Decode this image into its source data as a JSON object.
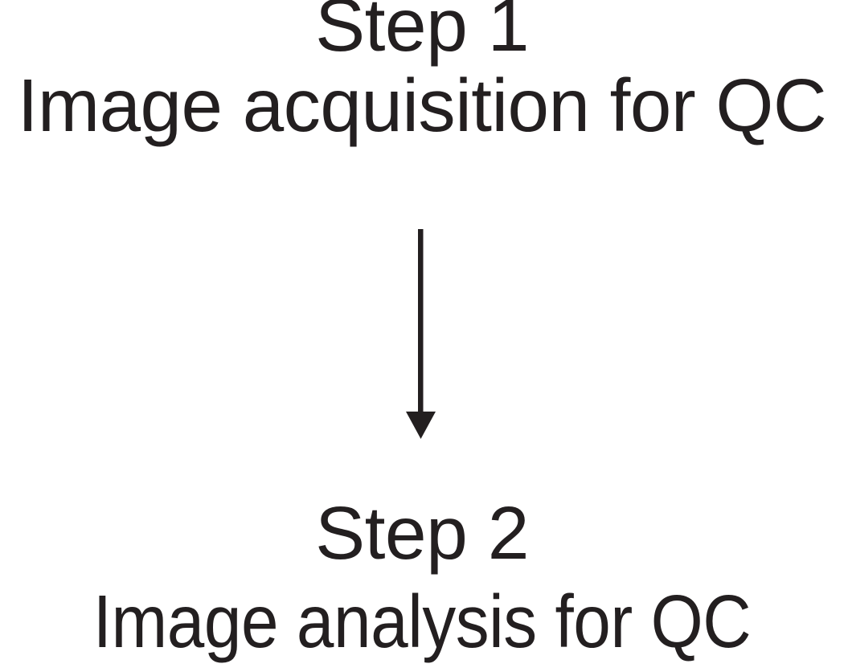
{
  "figure": {
    "type": "flowchart",
    "orientation": "vertical",
    "background_color": "#ffffff",
    "text_color": "#231f20"
  },
  "nodes": [
    {
      "id": "step1",
      "title": "Step 1",
      "description": "Image acquisition for QC"
    },
    {
      "id": "step2",
      "title": "Step 2",
      "description": "Image analysis for QC"
    }
  ],
  "connector": {
    "name": "down-arrow",
    "from": "step1",
    "to": "step2",
    "direction": "down",
    "color": "#231f20"
  }
}
